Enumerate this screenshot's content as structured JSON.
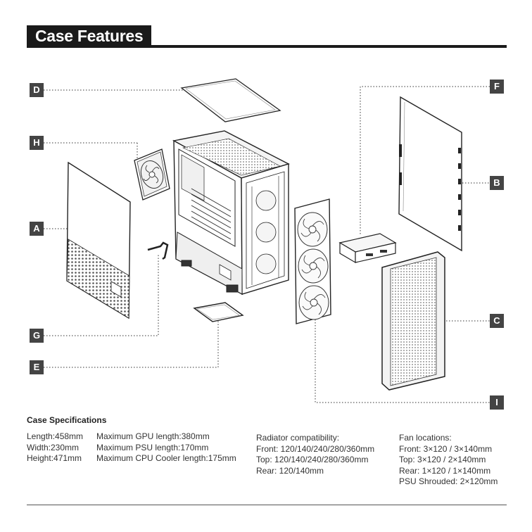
{
  "title": "Case Features",
  "labels": {
    "D": "D",
    "H": "H",
    "A": "A",
    "G": "G",
    "E": "E",
    "F": "F",
    "B": "B",
    "C": "C",
    "I": "I"
  },
  "specs": {
    "heading": "Case Specifications",
    "dimensions": [
      "Length:458mm",
      "Width:230mm",
      "Height:471mm"
    ],
    "maximums": [
      "Maximum GPU length:380mm",
      "Maximum PSU length:170mm",
      "Maximum CPU Cooler length:175mm"
    ],
    "radiator": [
      "Radiator compatibility:",
      "Front: 120/140/240/280/360mm",
      "Top: 120/140/240/280/360mm",
      "Rear: 120/140mm"
    ],
    "fans": [
      "Fan locations:",
      "Front: 3×120 / 3×140mm",
      "Top: 3×120 / 2×140mm",
      "Rear: 1×120 / 1×140mm",
      "PSU Shrouded: 2×120mm"
    ]
  }
}
